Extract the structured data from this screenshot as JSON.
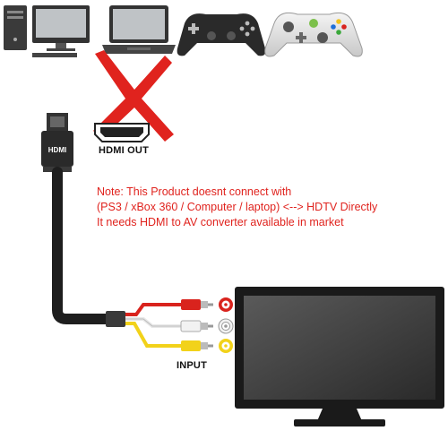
{
  "devices": [
    {
      "name": "desktop-computer"
    },
    {
      "name": "laptop"
    },
    {
      "name": "ps3-controller"
    },
    {
      "name": "xbox-360-controller"
    }
  ],
  "labels": {
    "hdmi_out": "HDMI OUT",
    "input": "INPUT",
    "hdmi_plug_text": "HDMI"
  },
  "note": {
    "line1": "Note: This Product doesnt connect with",
    "line2": "(PS3 / xBox 360 / Computer / laptop) <--> HDTV Directly",
    "line3": "It needs HDMI to AV converter available in market"
  },
  "colors": {
    "note_text": "#e0231e",
    "cross": "#e0231e",
    "rca_red": "#d9231d",
    "rca_white": "#f2f2f2",
    "rca_yellow": "#f2d21a",
    "tv_screen": "#3a3a3a"
  }
}
